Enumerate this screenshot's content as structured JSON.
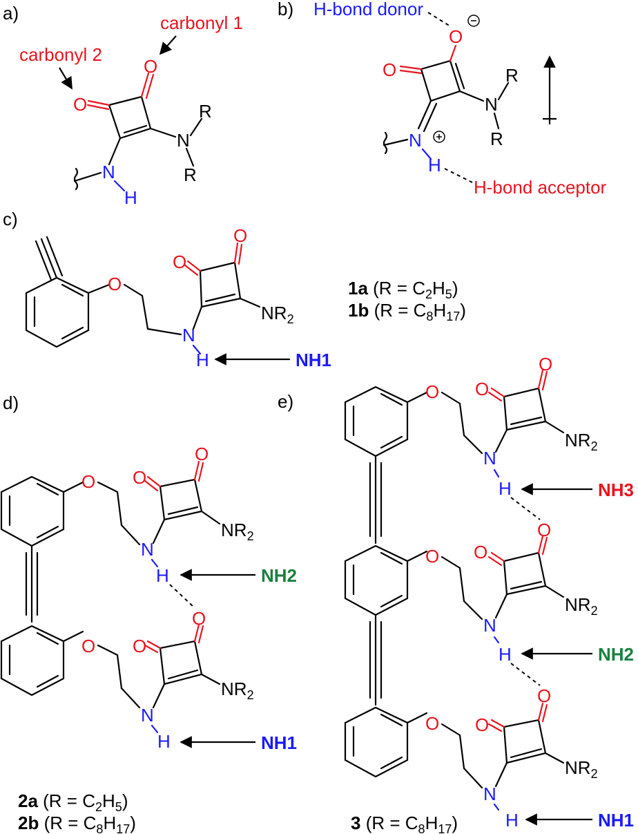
{
  "panels": {
    "a": {
      "label": "a)",
      "callout_carbonyl_1": "carbonyl 1",
      "callout_carbonyl_2": "carbonyl 2"
    },
    "b": {
      "label": "b)",
      "callout_donor": "H-bond donor",
      "callout_acceptor": "H-bond acceptor"
    },
    "c": {
      "label": "c)",
      "compound_1a": "1a",
      "compound_1a_r": " (R = C",
      "compound_1a_sub1": "2",
      "compound_1a_mid": "H",
      "compound_1a_sub2": "5",
      "compound_1a_end": ")",
      "compound_1b": "1b",
      "compound_1b_r": " (R = C",
      "compound_1b_sub1": "8",
      "compound_1b_mid": "H",
      "compound_1b_sub2": "17",
      "compound_1b_end": ")",
      "nh1": "NH1"
    },
    "d": {
      "label": "d)",
      "compound_2a": "2a",
      "compound_2a_r": " (R = C",
      "compound_2a_sub1": "2",
      "compound_2a_mid": "H",
      "compound_2a_sub2": "5",
      "compound_2a_end": ")",
      "compound_2b": "2b",
      "compound_2b_r": " (R = C",
      "compound_2b_sub1": "8",
      "compound_2b_mid": "H",
      "compound_2b_sub2": "17",
      "compound_2b_end": ")",
      "nh1": "NH1",
      "nh2": "NH2"
    },
    "e": {
      "label": "e)",
      "compound_3": "3",
      "compound_3_r": " (R = C",
      "compound_3_sub1": "8",
      "compound_3_mid": "H",
      "compound_3_sub2": "17",
      "compound_3_end": ")",
      "nh1": "NH1",
      "nh2": "NH2",
      "nh3": "NH3"
    }
  },
  "atoms": {
    "O": "O",
    "N": "N",
    "H": "H",
    "R": "R",
    "NR": "NR",
    "sub2": "2",
    "minus": "−",
    "plus": "+"
  },
  "colors": {
    "oxygen": "#e8141e",
    "nitrogen": "#1a1aff",
    "nh2_label": "#1a8040",
    "nh3_label": "#e8141e"
  }
}
